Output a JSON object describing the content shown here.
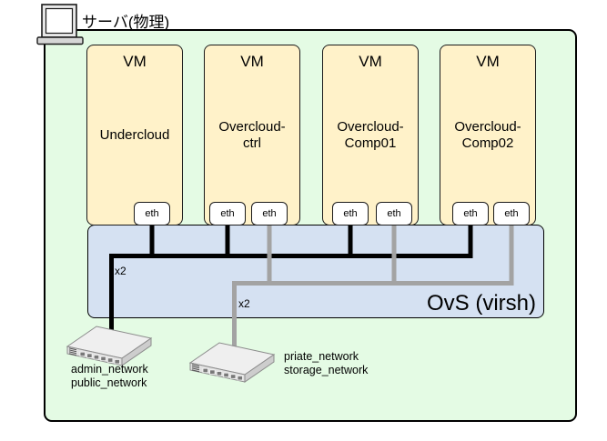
{
  "header": {
    "title": "サーバ(物理)"
  },
  "vms": [
    {
      "type_label": "VM",
      "name": "Undercloud",
      "name_lines": [
        "Undercloud"
      ],
      "eths": [
        {
          "label": "eth"
        }
      ]
    },
    {
      "type_label": "VM",
      "name": "Overcloud-ctrl",
      "name_lines": [
        "Overcloud-",
        "ctrl"
      ],
      "eths": [
        {
          "label": "eth"
        },
        {
          "label": "eth"
        }
      ]
    },
    {
      "type_label": "VM",
      "name": "Overcloud-Comp01",
      "name_lines": [
        "Overcloud-",
        "Comp01"
      ],
      "eths": [
        {
          "label": "eth"
        },
        {
          "label": "eth"
        }
      ]
    },
    {
      "type_label": "VM",
      "name": "Overcloud-Comp02",
      "name_lines": [
        "Overcloud-",
        "Comp02"
      ],
      "eths": [
        {
          "label": "eth"
        },
        {
          "label": "eth"
        }
      ]
    }
  ],
  "ovs": {
    "label": "OvS (virsh)",
    "black_trunk_label": "x2",
    "gray_trunk_label": "x2"
  },
  "switches": [
    {
      "labels": [
        "admin_network",
        "public_network"
      ]
    },
    {
      "labels": [
        "priate_network",
        "storage_network"
      ]
    }
  ],
  "colors": {
    "host_fill": "#E4FBE4",
    "vm_fill": "#FFF2C9",
    "ovs_fill": "#D5E1F2",
    "black_link": "#000000",
    "gray_link": "#A3A3A3"
  }
}
